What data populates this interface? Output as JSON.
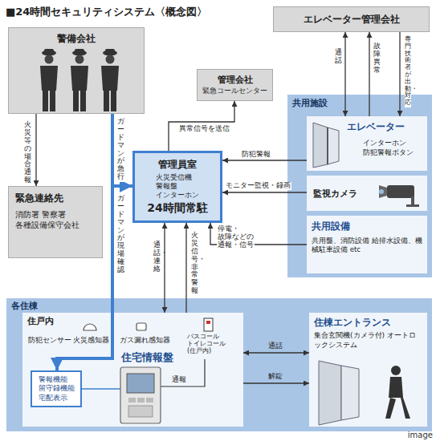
{
  "diagram": {
    "title": "■24時間セキュリティシステム〈概念図〉",
    "nodes": [
      {
        "text": [
          "警備会社"
        ]
      },
      {
        "text": [
          "エレベーター管理会社"
        ]
      },
      {
        "text": [
          "管理会社",
          "緊急コールセンター"
        ]
      },
      {
        "text": [
          "共用施設"
        ]
      },
      {
        "text": [
          "エレベーター",
          "インターホン 防犯警報ボタン"
        ],
        "in": 3
      },
      {
        "text": [
          "監視カメラ"
        ],
        "in": 3
      },
      {
        "text": [
          "共用設備",
          "共用盤、消防設備 給排水設備、機械駐車設備 etc"
        ],
        "in": 3
      },
      {
        "text": [
          "緊急連絡先",
          "消防署 警察署 各種設備保守会社"
        ]
      },
      {
        "text": [
          "管理員室",
          "火災受信機 警報盤 インターホン",
          "24時間常駐"
        ]
      },
      {
        "text": [
          "各住棟"
        ]
      },
      {
        "text": [
          "住戸内"
        ],
        "in": 9
      },
      {
        "text": [
          "警報機能 留守録機能 宅配表示"
        ],
        "in": 10
      },
      {
        "text": [
          "住棟エントランス",
          "集合玄関機(カメラ付) オートロックシステム"
        ],
        "in": 9
      }
    ],
    "edges": [
      {
        "from": 0,
        "to": 7,
        "label": "火災等の場合通報",
        "arrow": "to"
      },
      {
        "from": 0,
        "to": 8,
        "label": "ガードマンが急行",
        "arrow": "to"
      },
      {
        "from": 0,
        "to": 11,
        "label": "ガードマンが現場確認",
        "arrow": "to"
      },
      {
        "from": 8,
        "to": 2,
        "label": "異常信号を送信",
        "arrow": "to"
      },
      {
        "from": 4,
        "to": 1,
        "label": "通話",
        "arrow": "both"
      },
      {
        "from": 4,
        "to": 1,
        "label": "故障異常",
        "arrow": "to"
      },
      {
        "from": 1,
        "to": 4,
        "label": "専門技術者が出動・対応",
        "arrow": "to"
      },
      {
        "from": 4,
        "to": 8,
        "label": "防犯警報",
        "arrow": "to"
      },
      {
        "from": 5,
        "to": 8,
        "label": "モニター監視・録画",
        "arrow": "to"
      },
      {
        "from": 6,
        "to": 8,
        "label": "停電・故障などの 通報・信号",
        "arrow": "to"
      },
      {
        "from": 8,
        "to": 10,
        "label": "通話・連絡",
        "arrow": "both"
      },
      {
        "from": 10,
        "to": 8,
        "label": "火災信号・非常警報",
        "arrow": "to"
      },
      {
        "from": 10,
        "to": 12,
        "label": "通話",
        "arrow": "both"
      },
      {
        "from": 10,
        "to": 12,
        "label": "解錠",
        "arrow": "to"
      }
    ],
    "labels": [
      "防犯センサー",
      "火災感知器",
      "ガス漏れ感知器",
      "バスコール トイレコール (住戸内)",
      "通報",
      "住宅情報盤",
      "image"
    ]
  }
}
